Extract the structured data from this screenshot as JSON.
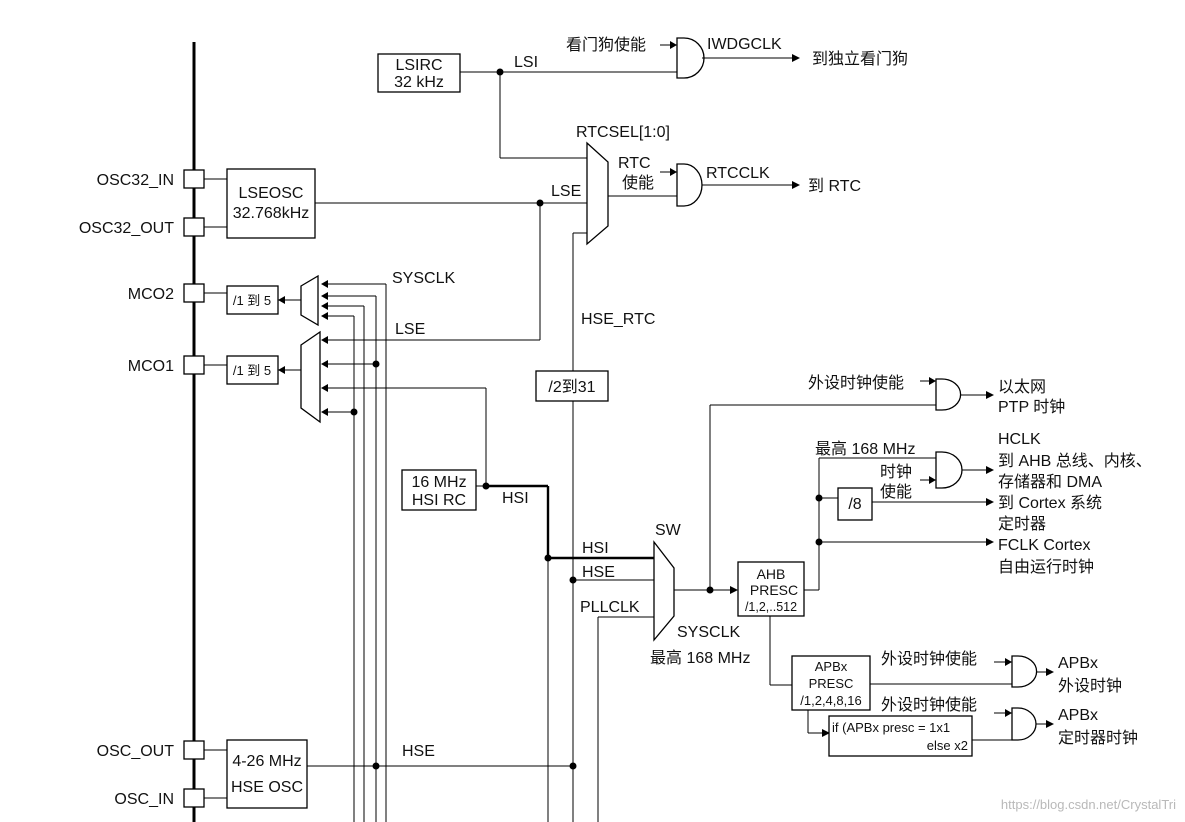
{
  "pins": {
    "osc32_in": "OSC32_IN",
    "osc32_out": "OSC32_OUT",
    "mco2": "MCO2",
    "mco1": "MCO1",
    "osc_out": "OSC_OUT",
    "osc_in": "OSC_IN"
  },
  "blocks": {
    "lsirc_l1": "LSIRC",
    "lsirc_l2": "32 kHz",
    "lseosc_l1": "LSEOSC",
    "lseosc_l2": "32.768kHz",
    "mco2_div": "/1 到 5",
    "mco1_div": "/1 到 5",
    "hsirc_l1": "16 MHz",
    "hsirc_l2": "HSI RC",
    "hseosc_l1": "4-26 MHz",
    "hseosc_l2": "HSE OSC",
    "rtc_div": "/2到31",
    "div8": "/8",
    "ahb_l1": "AHB",
    "ahb_l2": "PRESC",
    "ahb_l3": "/1,2,..512",
    "apb_l1": "APBx",
    "apb_l2": "PRESC",
    "apb_l3": "/1,2,4,8,16",
    "tim_l1": "if (APBx presc = 1x1",
    "tim_l2": "else x2"
  },
  "labels": {
    "lsi": "LSI",
    "lse": "LSE",
    "lse_mco": "LSE",
    "sysclk_mco": "SYSCLK",
    "hse_rtc": "HSE_RTC",
    "hsi": "HSI",
    "hsi_sw": "HSI",
    "hse_sw": "HSE",
    "pllclk": "PLLCLK",
    "sw": "SW",
    "sysclk": "SYSCLK",
    "max168_sys": "最高 168 MHz",
    "max168_ahb": "最高 168 MHz",
    "hse": "HSE",
    "rtcsel": "RTCSEL[1:0]",
    "iwdg_en": "看门狗使能",
    "iwdgclk": "IWDGCLK",
    "to_iwdg": "到独立看门狗",
    "rtc_en_l1": "RTC",
    "rtc_en_l2": "使能",
    "rtcclk": "RTCCLK",
    "to_rtc": "到 RTC",
    "periph_en_eth": "外设时钟使能",
    "eth_l1": "以太网",
    "eth_l2": "PTP 时钟",
    "clk_en_l1": "时钟",
    "clk_en_l2": "使能",
    "hclk": "HCLK",
    "hclk_d1": "到 AHB 总线、内核、",
    "hclk_d2": "存储器和 DMA",
    "cortex_l1": "到 Cortex 系统",
    "cortex_l2": "定时器",
    "fclk_l1": "FCLK Cortex",
    "fclk_l2": "自由运行时钟",
    "periph_en_apb1": "外设时钟使能",
    "periph_en_apb2": "外设时钟使能",
    "apbx_periph_l1": "APBx",
    "apbx_periph_l2": "外设时钟",
    "apbx_timer_l1": "APBx",
    "apbx_timer_l2": "定时器时钟"
  },
  "watermark": "https://blog.csdn.net/CrystalTri"
}
